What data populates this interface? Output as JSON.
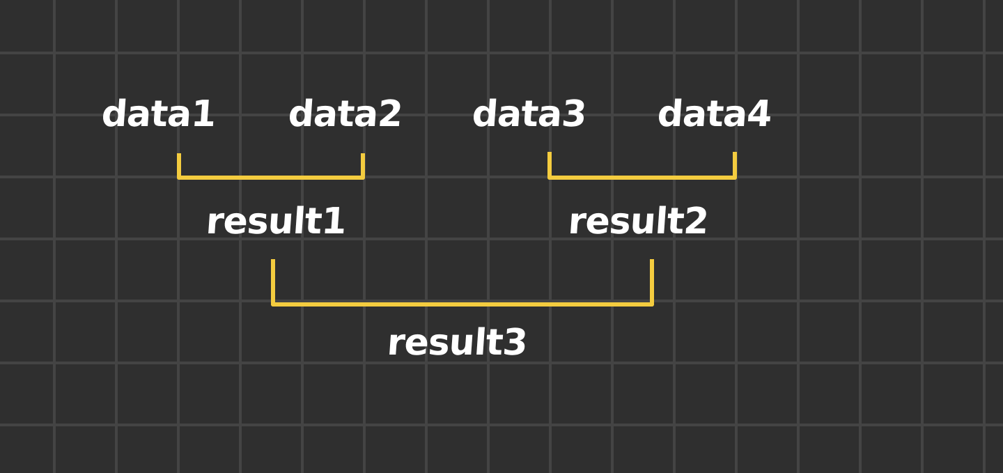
{
  "diagram": {
    "inputs": [
      "data1",
      "data2",
      "data3",
      "data4"
    ],
    "intermediate": [
      "result1",
      "result2"
    ],
    "output": "result3",
    "connections": [
      {
        "from": [
          "data1",
          "data2"
        ],
        "to": "result1"
      },
      {
        "from": [
          "data3",
          "data4"
        ],
        "to": "result2"
      },
      {
        "from": [
          "result1",
          "result2"
        ],
        "to": "result3"
      }
    ]
  },
  "colors": {
    "background": "#2f2f2f",
    "grid": "#444444",
    "text": "#ffffff",
    "bracket": "#f4cc3f"
  }
}
